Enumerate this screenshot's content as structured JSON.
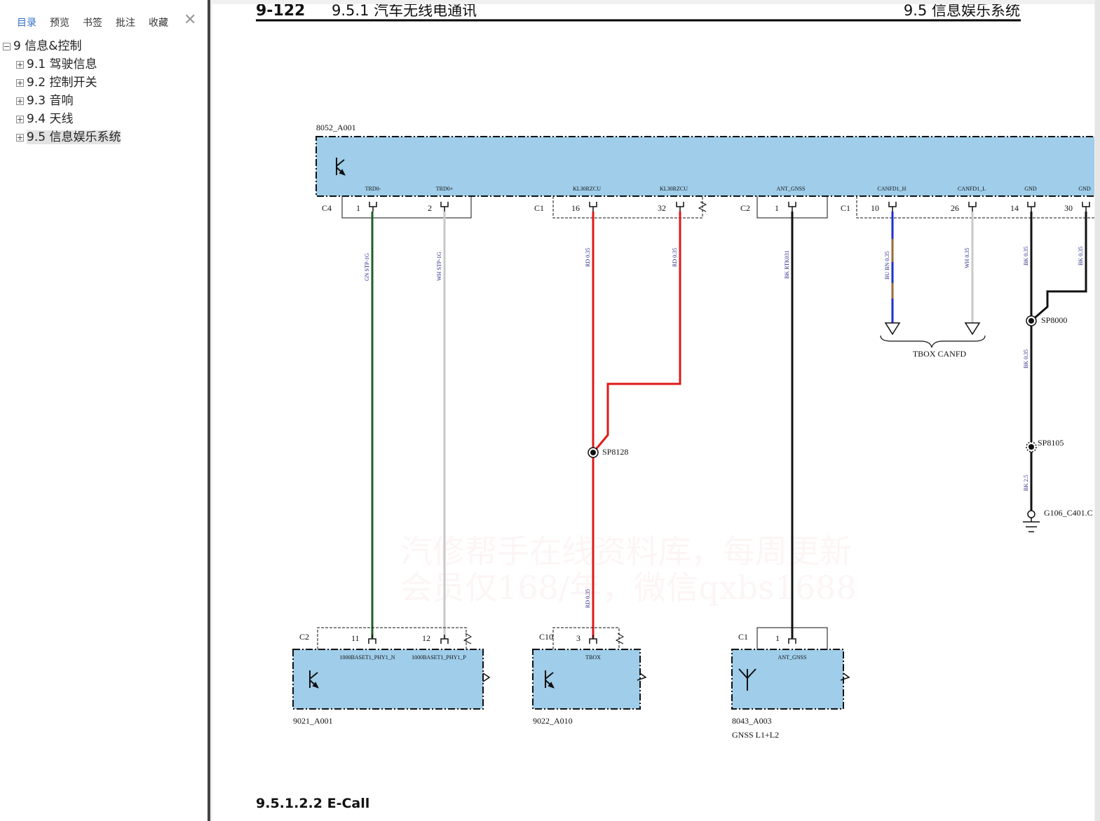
{
  "sidebar": {
    "tabs": [
      "目录",
      "预览",
      "书签",
      "批注",
      "收藏"
    ],
    "active_tab": 0,
    "close_label": "✕",
    "tree": [
      {
        "label": "9 信息&控制",
        "level": 0,
        "expanded": true
      },
      {
        "label": "9.1 驾驶信息",
        "level": 1,
        "expanded": false
      },
      {
        "label": "9.2 控制开关",
        "level": 1,
        "expanded": false
      },
      {
        "label": "9.3 音响",
        "level": 1,
        "expanded": false
      },
      {
        "label": "9.4 天线",
        "level": 1,
        "expanded": false
      },
      {
        "label": "9.5 信息娱乐系统",
        "level": 1,
        "expanded": false,
        "selected": true
      }
    ]
  },
  "page": {
    "header_number": "9-122",
    "header_title": "9.5.1 汽车无线电通讯",
    "header_right": "9.5 信息娱乐系统",
    "section_title": "9.5.1.2.2 E-Call",
    "watermark_line1": "汽修帮手在线资料库，每周更新",
    "watermark_line2": "会员仅168/年，微信qxbs1688"
  },
  "colors": {
    "module_fill": "#9fcdea",
    "wire_red": "#e01818",
    "wire_green": "#1f5e2a",
    "wire_white": "#c8c8c8",
    "wire_black": "#111111",
    "wire_blue": "#1e2fd0",
    "wire_brown": "#9a6a3a",
    "label_blue": "#2a2a8a"
  },
  "diagram": {
    "top_module": {
      "name": "8052_A001",
      "icon": "transistor-icon",
      "pins": [
        "TRD0-",
        "TRD0+",
        "KL30RZCU",
        "KL30RZCU",
        "ANT_GNSS",
        "CANFD1_H",
        "CANFD1_L",
        "GND",
        "GND"
      ]
    },
    "connectors": [
      {
        "name": "C4",
        "pins": [
          "1",
          "2"
        ]
      },
      {
        "name": "C1",
        "pins": [
          "16",
          "32"
        ]
      },
      {
        "name": "C2",
        "pins": [
          "1"
        ]
      },
      {
        "name": "C1",
        "pins": [
          "10",
          "26",
          "14",
          "30"
        ]
      }
    ],
    "wire_labels": [
      "GN STP-1G",
      "WH STP-1G",
      "RD 0.35",
      "RD 0.35",
      "BK RTK031",
      "BU BN 0.35",
      "WH 0.35",
      "BK 0.35",
      "BK 0.35",
      "BK 0.35",
      "BK 2.5",
      "RD 0.35"
    ],
    "splices": [
      "SP8128",
      "SP8000",
      "SP8105"
    ],
    "ground": "G106_C401.C",
    "canfd_label": "TBOX CANFD",
    "bottom_modules": [
      {
        "name": "9021_A001",
        "connector": "C2",
        "pins": [
          "11",
          "12"
        ],
        "pin_names": [
          "1000BASET1_PHY1_N",
          "1000BASET1_PHY1_P"
        ],
        "icon": "transistor-icon"
      },
      {
        "name": "9022_A010",
        "connector": "C10",
        "pins": [
          "3"
        ],
        "pin_names": [
          "TBOX"
        ],
        "icon": "transistor-icon"
      },
      {
        "name": "8043_A003",
        "connector": "C1",
        "pins": [
          "1"
        ],
        "pin_names": [
          "ANT_GNSS"
        ],
        "icon": "antenna-icon",
        "subtitle": "GNSS L1+L2"
      }
    ]
  }
}
